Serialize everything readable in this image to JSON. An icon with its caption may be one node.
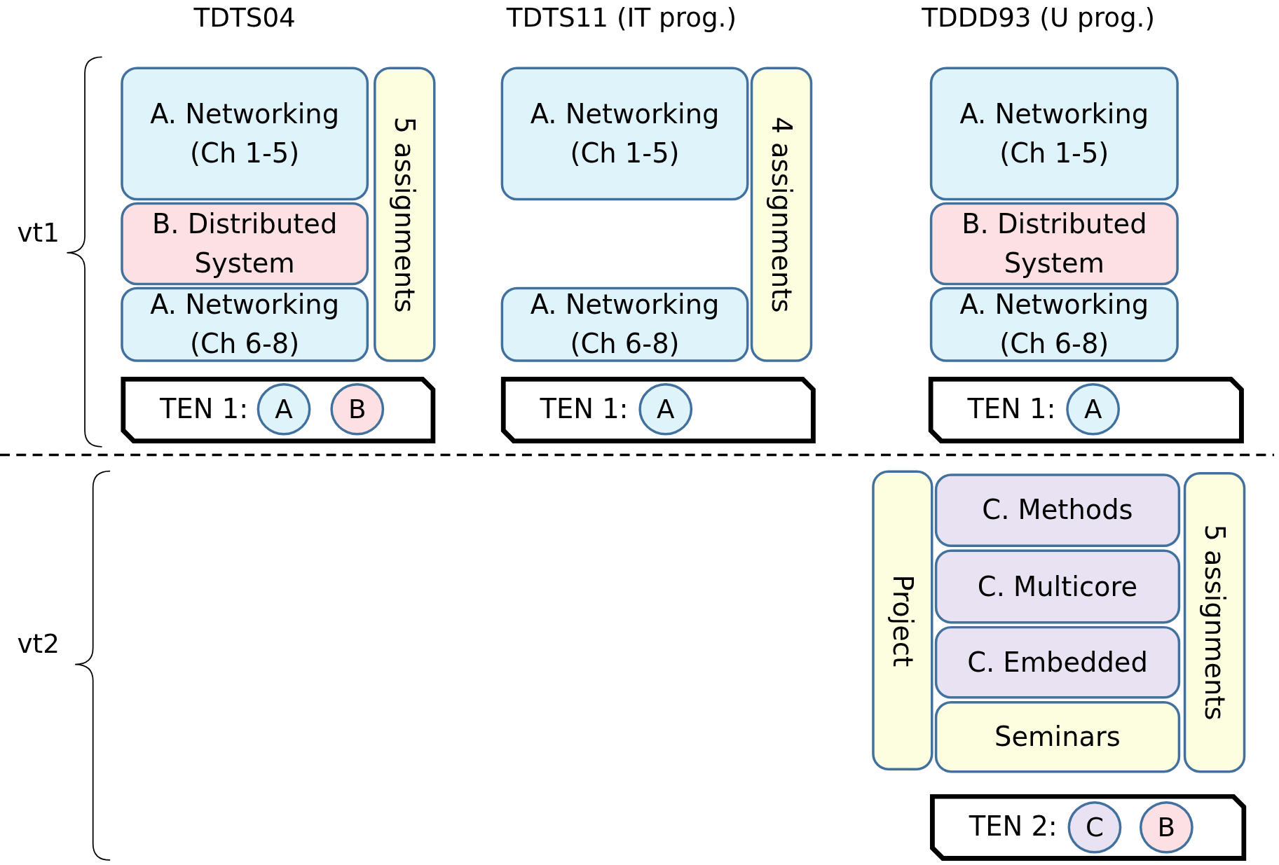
{
  "diagram": {
    "nodes": [
      {
        "text": [
          "A. Networking (Ch 1-5)"
        ]
      },
      {
        "text": [
          "B. Distributed System"
        ]
      },
      {
        "text": [
          "A. Networking (Ch 6-8)"
        ]
      },
      {
        "text": [
          "5 assignments"
        ]
      },
      {
        "text": [
          "TEN 1:"
        ]
      },
      {
        "text": [
          "A"
        ],
        "in": 4
      },
      {
        "text": [
          "B"
        ],
        "in": 4
      },
      {
        "text": [
          "A. Networking (Ch 1-5)"
        ]
      },
      {
        "text": [
          "4 assignments"
        ]
      },
      {
        "text": [
          "A. Networking (Ch 6-8)"
        ]
      },
      {
        "text": [
          "TEN 1:"
        ]
      },
      {
        "text": [
          "A"
        ],
        "in": 10
      },
      {
        "text": [
          "A. Networking (Ch 1-5)"
        ]
      },
      {
        "text": [
          "B. Distributed System"
        ]
      },
      {
        "text": [
          "A. Networking (Ch 6-8)"
        ]
      },
      {
        "text": [
          "TEN 1:"
        ]
      },
      {
        "text": [
          "A"
        ],
        "in": 15
      },
      {
        "text": [
          "Project"
        ]
      },
      {
        "text": [
          "C. Methods"
        ]
      },
      {
        "text": [
          "C. Multicore"
        ]
      },
      {
        "text": [
          "C. Embedded"
        ]
      },
      {
        "text": [
          "Seminars"
        ]
      },
      {
        "text": [
          "5 assignments"
        ]
      },
      {
        "text": [
          "TEN 2:"
        ]
      },
      {
        "text": [
          "C"
        ],
        "in": 23
      },
      {
        "text": [
          "B"
        ],
        "in": 23
      }
    ],
    "edges": [],
    "labels": [
      "TDTS04",
      "TDTS11 (IT prog.)",
      "TDDD93 (U prog.)",
      "vt1",
      "vt2"
    ]
  }
}
